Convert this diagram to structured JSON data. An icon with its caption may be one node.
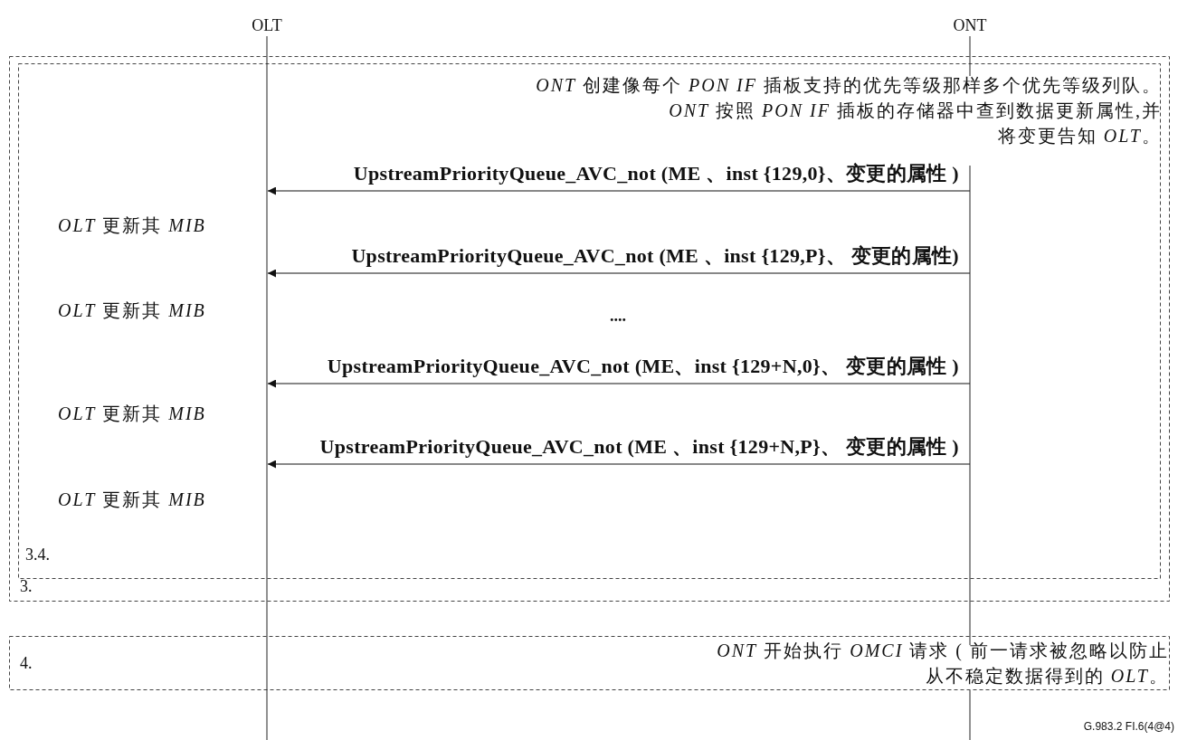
{
  "diagram": {
    "nodes": [
      {
        "text": [
          "OLT"
        ]
      },
      {
        "text": [
          "ONT"
        ]
      }
    ],
    "edges": [
      {
        "from": 1,
        "to": 0,
        "arrow": "to",
        "label": "UpstreamPriorityQueue_AVC_not (ME 、inst {129,0}、变更的属性 )"
      },
      {
        "from": 1,
        "to": 0,
        "arrow": "to",
        "label": "UpstreamPriorityQueue_AVC_not (ME 、inst {129,P}、 变更的属性)"
      },
      {
        "from": 1,
        "to": 0,
        "arrow": "to",
        "label": "UpstreamPriorityQueue_AVC_not (ME、inst {129+N,0}、 变更的属性 )"
      },
      {
        "from": 1,
        "to": 0,
        "arrow": "to",
        "label": "UpstreamPriorityQueue_AVC_not (ME 、inst {129+N,P}、 变更的属性 )"
      }
    ],
    "labels": [
      "*ONT* 创建像每个 *PON IF* 插板支持的优先等级那样多个优先等级列队。",
      "*ONT* 按照 *PON IF* 插板的存储器中查到数据更新属性,并将变更告知 *OLT*。",
      "*OLT* 更新其 *MIB*",
      "*OLT* 更新其 *MIB*",
      "....",
      "*OLT* 更新其 *MIB*",
      "*OLT* 更新其 *MIB*",
      "3.4.",
      "3.",
      "*ONT* 开始执行 *OMCI* 请求 ( 前一请求被忽略以防止从不稳定数据得到的 *OLT*。",
      "4.",
      "G.983.2 FI.6(4@4)"
    ]
  }
}
